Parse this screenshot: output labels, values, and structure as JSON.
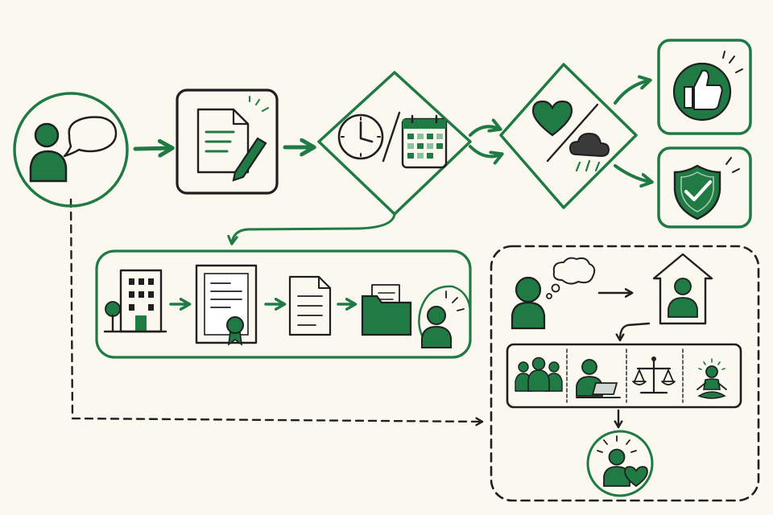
{
  "colors": {
    "background": "#fbf8f0",
    "ink": "#1f1f1f",
    "green": "#1f7a44",
    "light_green": "#cfe6d4",
    "paper": "#ffffff"
  },
  "nodes": [
    {
      "id": "person-speaking",
      "icon": "person-speech-bubble-icon"
    },
    {
      "id": "document-signing",
      "icon": "document-pen-icon"
    },
    {
      "id": "time-or-date",
      "icon": "clock-calendar-icon"
    },
    {
      "id": "good-or-bad",
      "icon": "heart-storm-cloud-icon"
    },
    {
      "id": "approved",
      "icon": "thumbs-up-icon"
    },
    {
      "id": "protected",
      "icon": "shield-check-icon"
    },
    {
      "id": "institution-process",
      "icon": "building-certificate-document-folder-person-icons"
    },
    {
      "id": "home-support",
      "icon": "thinking-person-home-icons"
    },
    {
      "id": "support-options",
      "icon": "group-laptop-scales-meditation-icons"
    },
    {
      "id": "wellbeing",
      "icon": "happy-person-heart-icon"
    }
  ],
  "edges": [
    {
      "from": "person-speaking",
      "to": "document-signing",
      "style": "solid"
    },
    {
      "from": "document-signing",
      "to": "time-or-date",
      "style": "solid"
    },
    {
      "from": "time-or-date",
      "to": "good-or-bad",
      "style": "solid"
    },
    {
      "from": "good-or-bad",
      "to": "approved",
      "style": "solid"
    },
    {
      "from": "good-or-bad",
      "to": "protected",
      "style": "solid"
    },
    {
      "from": "time-or-date",
      "to": "institution-process",
      "style": "solid"
    },
    {
      "from": "person-speaking",
      "to": "home-support",
      "style": "dashed"
    },
    {
      "from": "home-support",
      "to": "support-options",
      "style": "solid"
    },
    {
      "from": "support-options",
      "to": "wellbeing",
      "style": "solid"
    }
  ]
}
